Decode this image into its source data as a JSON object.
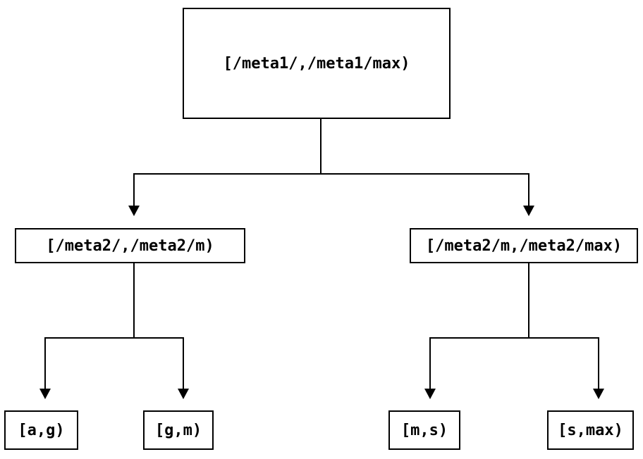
{
  "diagram": {
    "type": "tree",
    "colors": {
      "background": "#ffffff",
      "line": "#000000",
      "box_border": "#000000",
      "text": "#000000"
    },
    "nodes": {
      "root": {
        "label": "[/meta1/,/meta1/max)"
      },
      "meta2_low": {
        "label": "[/meta2/,/meta2/m)"
      },
      "meta2_high": {
        "label": "[/meta2/m,/meta2/max)"
      },
      "leaf_a_g": {
        "label": "[a,g)"
      },
      "leaf_g_m": {
        "label": "[g,m)"
      },
      "leaf_m_s": {
        "label": "[m,s)"
      },
      "leaf_s_max": {
        "label": "[s,max)"
      }
    },
    "edges": [
      {
        "from": "root",
        "to": "meta2_low"
      },
      {
        "from": "root",
        "to": "meta2_high"
      },
      {
        "from": "meta2_low",
        "to": "leaf_a_g"
      },
      {
        "from": "meta2_low",
        "to": "leaf_g_m"
      },
      {
        "from": "meta2_high",
        "to": "leaf_m_s"
      },
      {
        "from": "meta2_high",
        "to": "leaf_s_max"
      }
    ]
  }
}
